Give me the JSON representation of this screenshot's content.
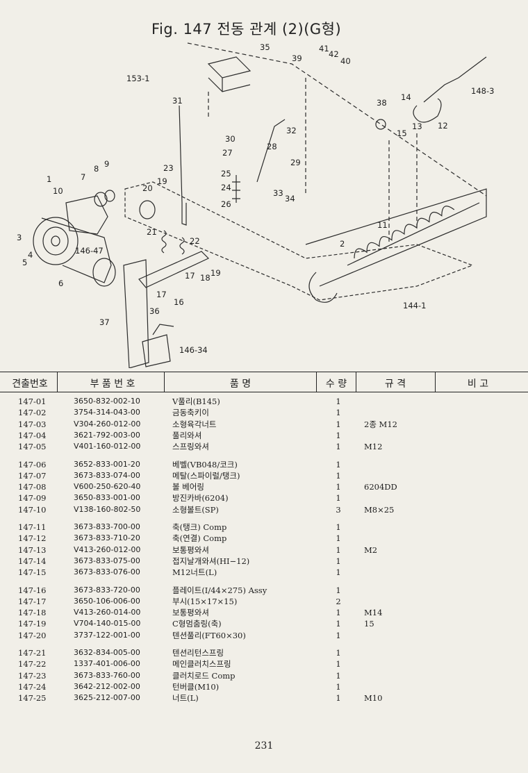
{
  "title": "Fig. 147  전동 관계 (2)(G형)",
  "diagram": {
    "labels": [
      "35",
      "153-1",
      "39",
      "41",
      "42",
      "40",
      "148-3",
      "31",
      "38",
      "14",
      "15",
      "13",
      "12",
      "30",
      "32",
      "27",
      "28",
      "29",
      "23",
      "25",
      "33",
      "24",
      "34",
      "26",
      "9",
      "8",
      "7",
      "1",
      "10",
      "20",
      "19",
      "11",
      "21",
      "22",
      "2",
      "3",
      "4",
      "5",
      "146-47",
      "17",
      "18",
      "19",
      "6",
      "16",
      "144-1",
      "36",
      "37",
      "146-34"
    ]
  },
  "table": {
    "headers": [
      "견출번호",
      "부 품 번 호",
      "품    명",
      "수 량",
      "규 격",
      "비 고"
    ],
    "rows": [
      {
        "no": "147-01",
        "part": "3650-832-002-10",
        "name": "V풀리(B145)",
        "qty": "1",
        "spec": ""
      },
      {
        "no": "147-02",
        "part": "3754-314-043-00",
        "name": "금동축키이",
        "qty": "1",
        "spec": ""
      },
      {
        "no": "147-03",
        "part": "V304-260-012-00",
        "name": "소형육각너트",
        "qty": "1",
        "spec": "2종 M12"
      },
      {
        "no": "147-04",
        "part": "3621-792-003-00",
        "name": "풀리와셔",
        "qty": "1",
        "spec": ""
      },
      {
        "no": "147-05",
        "part": "V401-160-012-00",
        "name": "스프링와셔",
        "qty": "1",
        "spec": "M12"
      },
      {
        "no": "147-06",
        "part": "3652-833-001-20",
        "name": "베벨(VB048/코크)",
        "qty": "1",
        "spec": ""
      },
      {
        "no": "147-07",
        "part": "3673-833-074-00",
        "name": "메탈(스파이럴/탱크)",
        "qty": "1",
        "spec": ""
      },
      {
        "no": "147-08",
        "part": "V600-250-620-40",
        "name": "볼 베어링",
        "qty": "1",
        "spec": "6204DD"
      },
      {
        "no": "147-09",
        "part": "3650-833-001-00",
        "name": "방진카바(6204)",
        "qty": "1",
        "spec": ""
      },
      {
        "no": "147-10",
        "part": "V138-160-802-50",
        "name": "소형볼트(SP)",
        "qty": "3",
        "spec": "M8×25"
      },
      {
        "no": "147-11",
        "part": "3673-833-700-00",
        "name": "축(탱크) Comp",
        "qty": "1",
        "spec": ""
      },
      {
        "no": "147-12",
        "part": "3673-833-710-20",
        "name": "축(연결) Comp",
        "qty": "1",
        "spec": ""
      },
      {
        "no": "147-13",
        "part": "V413-260-012-00",
        "name": "보통평와셔",
        "qty": "1",
        "spec": "M2"
      },
      {
        "no": "147-14",
        "part": "3673-833-075-00",
        "name": "접지날개와셔(HI−12)",
        "qty": "1",
        "spec": ""
      },
      {
        "no": "147-15",
        "part": "3673-833-076-00",
        "name": "M12너트(L)",
        "qty": "1",
        "spec": ""
      },
      {
        "no": "147-16",
        "part": "3673-833-720-00",
        "name": "플레이트(I/44×275) Assy",
        "qty": "1",
        "spec": ""
      },
      {
        "no": "147-17",
        "part": "3650-106-006-00",
        "name": "부시(15×17×15)",
        "qty": "2",
        "spec": ""
      },
      {
        "no": "147-18",
        "part": "V413-260-014-00",
        "name": "보통평와셔",
        "qty": "1",
        "spec": "M14"
      },
      {
        "no": "147-19",
        "part": "V704-140-015-00",
        "name": "C형멈춤링(축)",
        "qty": "1",
        "spec": "15"
      },
      {
        "no": "147-20",
        "part": "3737-122-001-00",
        "name": "텐션풀리(FT60×30)",
        "qty": "1",
        "spec": ""
      },
      {
        "no": "147-21",
        "part": "3632-834-005-00",
        "name": "텐션리턴스프링",
        "qty": "1",
        "spec": ""
      },
      {
        "no": "147-22",
        "part": "1337-401-006-00",
        "name": "메인클러치스프링",
        "qty": "1",
        "spec": ""
      },
      {
        "no": "147-23",
        "part": "3673-833-760-00",
        "name": "클러치로드 Comp",
        "qty": "1",
        "spec": ""
      },
      {
        "no": "147-24",
        "part": "3642-212-002-00",
        "name": "턴버클(M10)",
        "qty": "1",
        "spec": ""
      },
      {
        "no": "147-25",
        "part": "3625-212-007-00",
        "name": "너트(L)",
        "qty": "1",
        "spec": "M10"
      }
    ]
  },
  "page_number": "231"
}
